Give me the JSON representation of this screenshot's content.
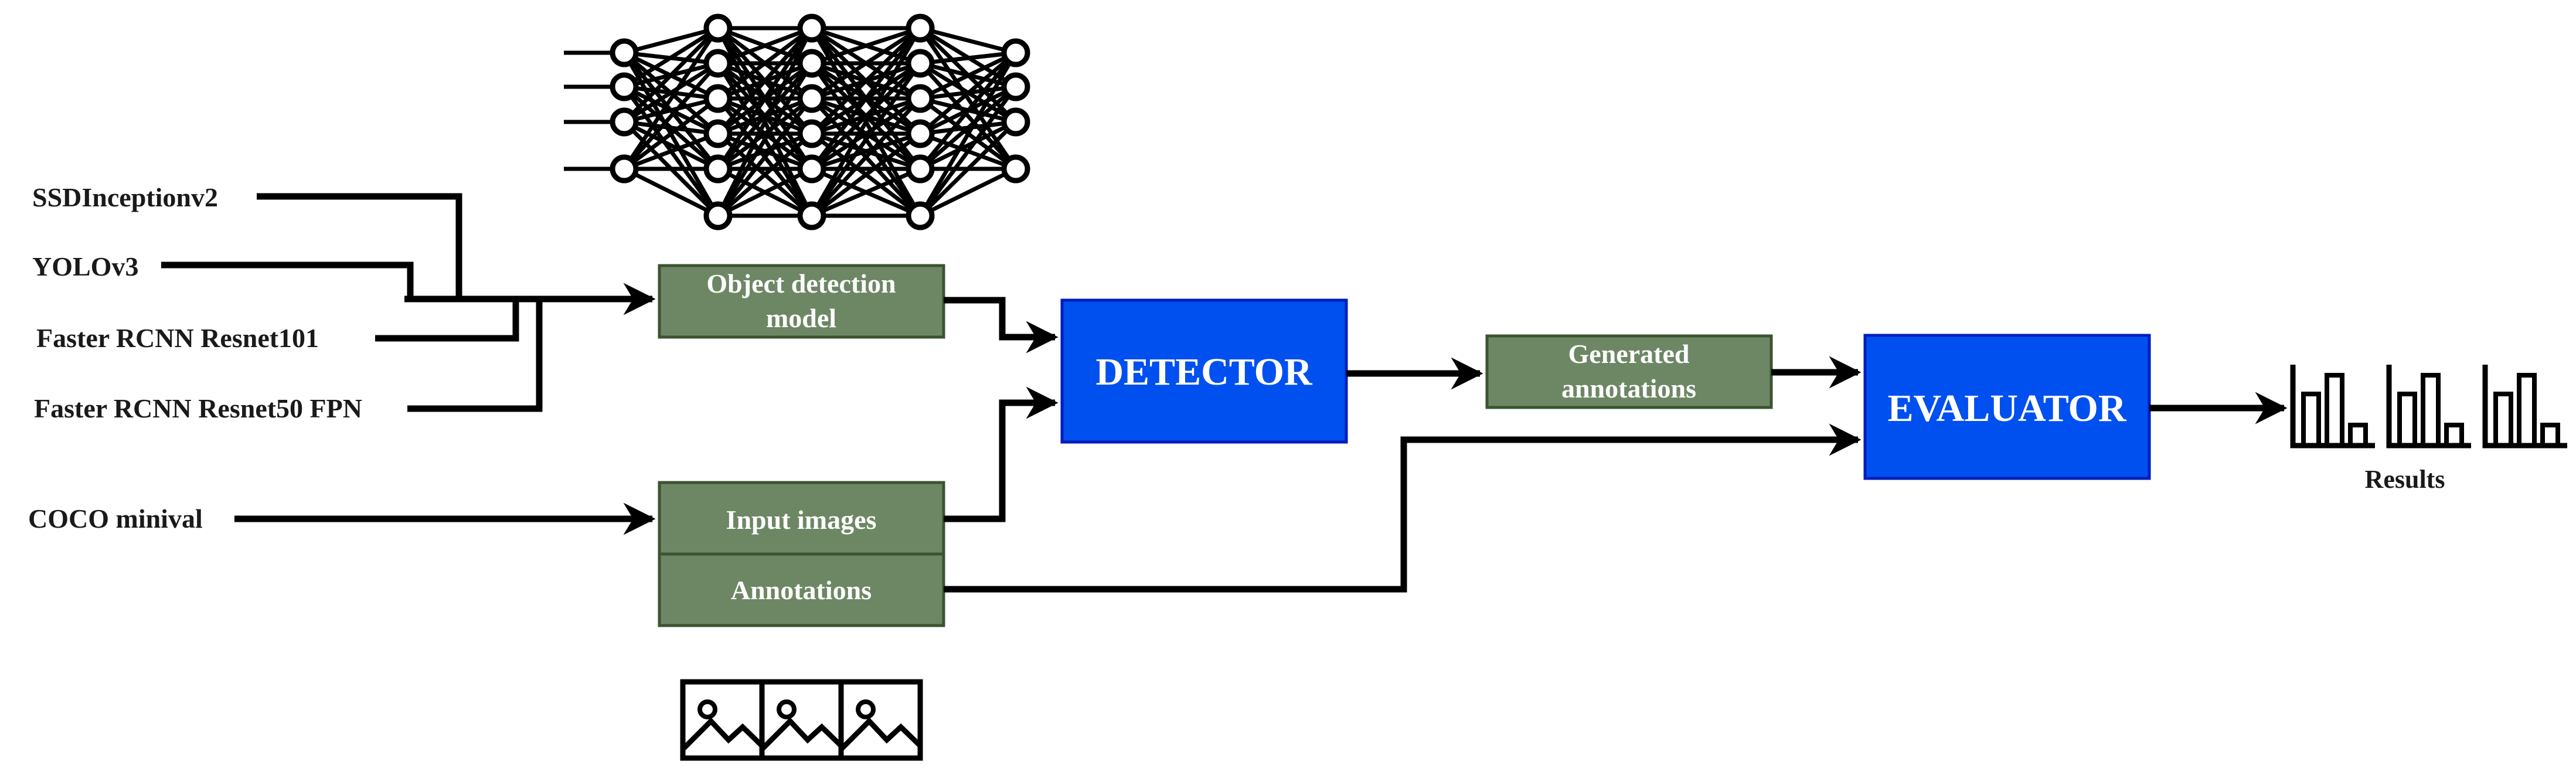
{
  "inputs": {
    "models": [
      "SSDInceptionv2",
      "YOLOv3",
      "Faster RCNN Resnet101",
      "Faster RCNN Resnet50 FPN"
    ],
    "dataset": "COCO minival"
  },
  "boxes": {
    "object_detection_model": [
      "Object detection",
      "model"
    ],
    "input_images": "Input images",
    "annotations": "Annotations",
    "detector": "DETECTOR",
    "generated_annotations": [
      "Generated",
      "annotations"
    ],
    "evaluator": "EVALUATOR"
  },
  "results_label": "Results",
  "colors": {
    "green_box": "#6d8764",
    "green_border": "#3a5431",
    "blue_box": "#0050ef",
    "blue_border": "#001dbc",
    "lines": "#000000"
  },
  "icons": [
    "neural-network-icon",
    "image-thumbnail-icon",
    "bar-chart-icon"
  ]
}
